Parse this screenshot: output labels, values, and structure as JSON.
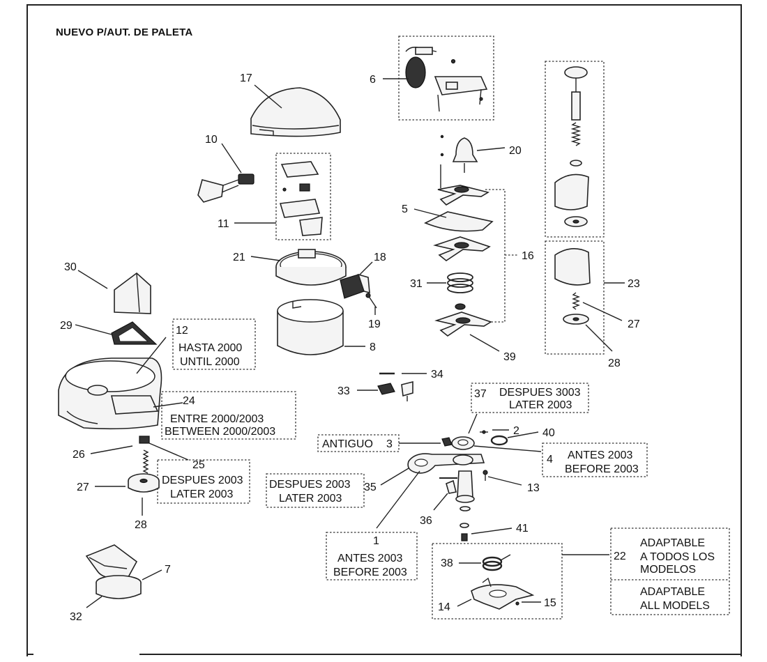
{
  "title": "NUEVO P/AUT. DE PALETA",
  "callouts": {
    "c1": "1",
    "c2": "2",
    "c3": "3",
    "c4": "4",
    "c5": "5",
    "c6": "6",
    "c7": "7",
    "c8": "8",
    "c10": "10",
    "c11": "11",
    "c12": "12",
    "c13": "13",
    "c14": "14",
    "c15": "15",
    "c16": "16",
    "c17": "17",
    "c18": "18",
    "c19": "19",
    "c20": "20",
    "c21": "21",
    "c22": "22",
    "c23": "23",
    "c24": "24",
    "c25": "25",
    "c26": "26",
    "c27a": "27",
    "c27b": "27",
    "c28a": "28",
    "c28b": "28",
    "c29": "29",
    "c30": "30",
    "c31": "31",
    "c32": "32",
    "c33": "33",
    "c34": "34",
    "c35": "35",
    "c36": "36",
    "c37": "37",
    "c38": "38",
    "c39": "39",
    "c40": "40",
    "c41": "41"
  },
  "notes": {
    "n12a": "HASTA 2000",
    "n12b": "UNTIL 2000",
    "n24a": "ENTRE 2000/2003",
    "n24b": "BETWEEN 2000/2003",
    "n25a": "DESPUES 2003",
    "n25b": "LATER 2003",
    "n37a": "DESPUES 3003",
    "n37b": "LATER 2003",
    "n3": "ANTIGUO",
    "n4a": "ANTES 2003",
    "n4b": "BEFORE 2003",
    "n35a": "DESPUES 2003",
    "n35b": "LATER 2003",
    "n1a": "ANTES 2003",
    "n1b": "BEFORE 2003",
    "n22a": "ADAPTABLE",
    "n22b": "A TODOS LOS",
    "n22c": "MODELOS",
    "n22d": "ADAPTABLE",
    "n22e": "ALL MODELS"
  }
}
